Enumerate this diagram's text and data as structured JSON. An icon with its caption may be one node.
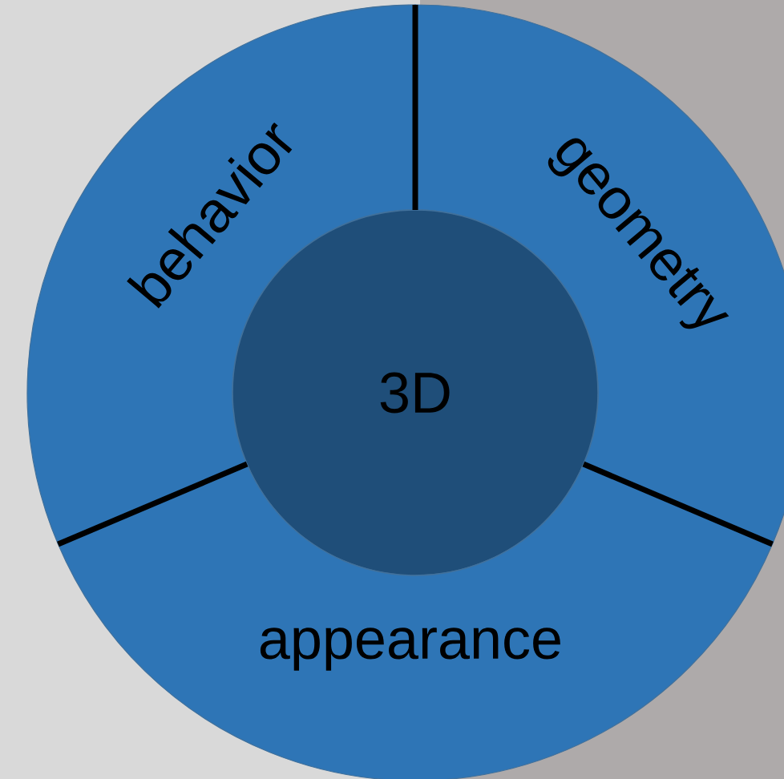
{
  "diagram": {
    "nodes": [
      {
        "text": [
          "behavior"
        ]
      },
      {
        "text": [
          "geometry"
        ]
      },
      {
        "text": [
          "3D"
        ]
      },
      {
        "text": [
          "appearance"
        ]
      }
    ]
  }
}
